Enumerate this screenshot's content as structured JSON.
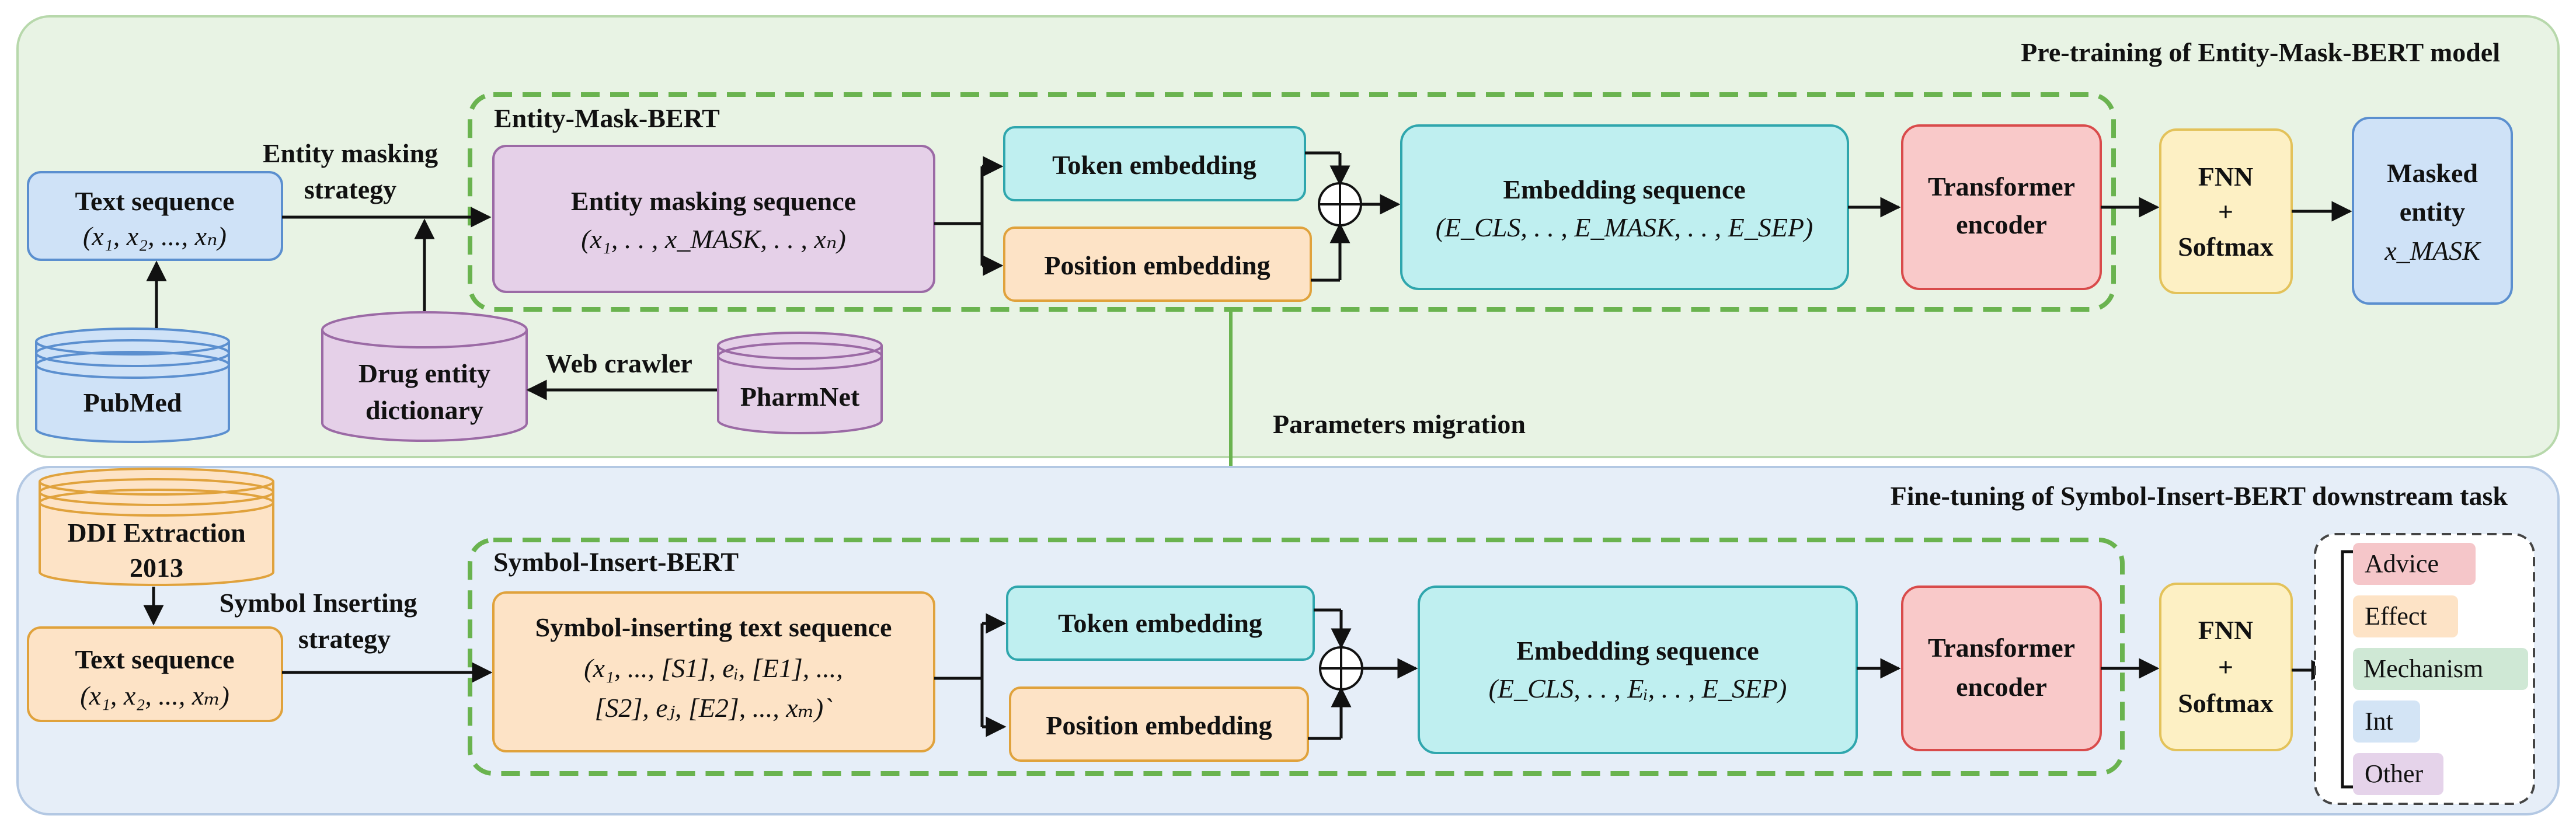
{
  "colors": {
    "pretrain_panel": "#e8f3e4",
    "finetune_panel": "#e6eef8",
    "green_dash": "#6ab34f",
    "blue_box": "#cfe2f7",
    "purple_box": "#e5d0e8",
    "teal_box": "#bfeff0",
    "orange_box": "#fde3c6",
    "red_box": "#f9c9c9",
    "yellow_box": "#fdf0c4",
    "advice": "#f5c6c9",
    "effect": "#fde3c6",
    "mechanism": "#cfe8d5",
    "int": "#d3e4f5",
    "other": "#e5d3ea"
  },
  "top": {
    "panel_title": "Pre-training of Entity-Mask-BERT model",
    "text_seq_title": "Text sequence",
    "text_seq_math": "(x₁, x₂, ..., xₙ)",
    "masking_label_1": "Entity masking",
    "masking_label_2": "strategy",
    "pubmed": "PubMed",
    "drug_dict_1": "Drug entity",
    "drug_dict_2": "dictionary",
    "web_crawler": "Web crawler",
    "pharmnet": "PharmNet",
    "group_title": "Entity-Mask-BERT",
    "ems_title": "Entity masking sequence",
    "ems_math": "(x₁, . . , x_MASK, . . , xₙ)",
    "token_emb": "Token embedding",
    "pos_emb": "Position embedding",
    "emb_seq_title": "Embedding sequence",
    "emb_seq_math": "(E_CLS, . . , E_MASK, . . , E_SEP)",
    "transformer_1": "Transformer",
    "transformer_2": "encoder",
    "fnn_1": "FNN",
    "fnn_2": "+",
    "fnn_3": "Softmax",
    "masked_1": "Masked",
    "masked_2": "entity",
    "masked_3": "x_MASK"
  },
  "migration_label": "Parameters migration",
  "bottom": {
    "panel_title": "Fine-tuning of Symbol-Insert-BERT downstream task",
    "ddi_1": "DDI Extraction",
    "ddi_2": "2013",
    "text_seq_title": "Text sequence",
    "text_seq_math": "(x₁, x₂, ..., xₘ)",
    "insert_label_1": "Symbol Inserting",
    "insert_label_2": "strategy",
    "group_title": "Symbol-Insert-BERT",
    "sit_title": "Symbol-inserting text sequence",
    "sit_math_1": "(x₁, ..., [S1], eᵢ, [E1], ...,",
    "sit_math_2": "[S2], eⱼ, [E2], ..., xₘ)`",
    "token_emb": "Token embedding",
    "pos_emb": "Position embedding",
    "emb_seq_title": "Embedding sequence",
    "emb_seq_math": "(E_CLS, . . , Eᵢ, . . , E_SEP)",
    "transformer_1": "Transformer",
    "transformer_2": "encoder",
    "fnn_1": "FNN",
    "fnn_2": "+",
    "fnn_3": "Softmax",
    "classes": [
      "Advice",
      "Effect",
      "Mechanism",
      "Int",
      "Other"
    ]
  }
}
